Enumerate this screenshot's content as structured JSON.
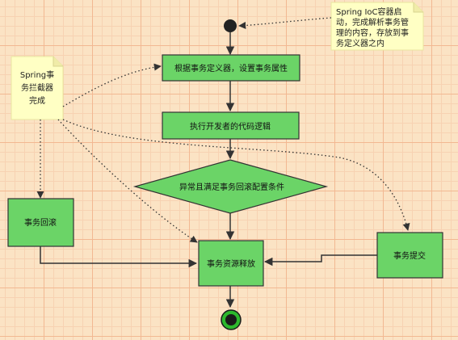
{
  "nodes": {
    "set_attributes": "根据事务定义器，设置事务属性",
    "execute_code": "执行开发者的代码逻辑",
    "condition": "异常且满足事务回滚配置条件",
    "rollback": "事务回滚",
    "release": "事务资源释放",
    "commit": "事务提交"
  },
  "notes": {
    "ioc_container": [
      "Spring IoC容器启",
      "动，完成解析事务管",
      "理的内容，存放到事",
      "务定义器之内"
    ],
    "interceptor": [
      "Spring事",
      "务拦截器",
      "完成"
    ]
  },
  "colors": {
    "node_fill": "#6bd467",
    "node_stroke": "#333333",
    "note_fill": "#ffffc4",
    "end_ring": "#2db82d"
  }
}
